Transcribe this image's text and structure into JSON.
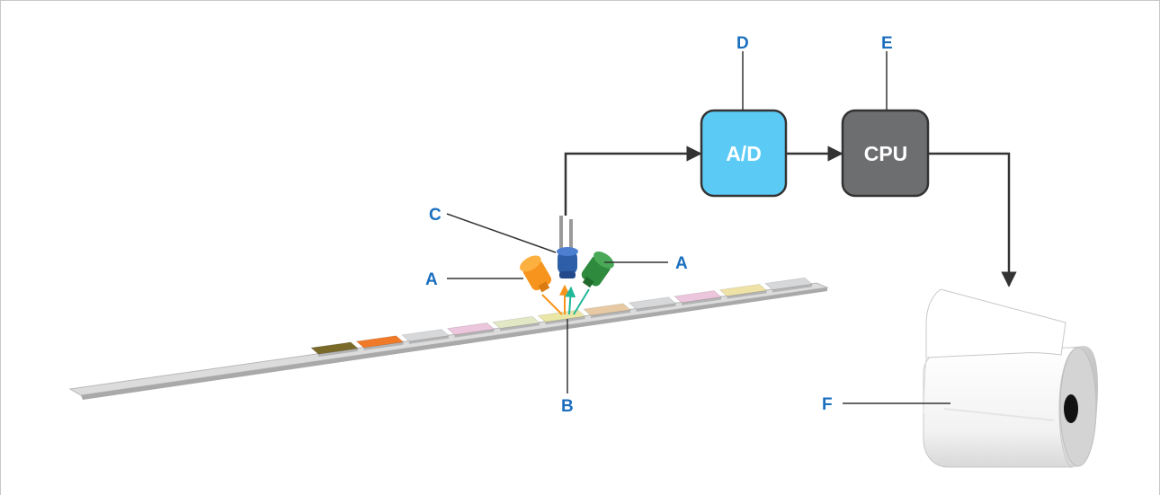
{
  "labels": {
    "A_left": "A",
    "A_right": "A",
    "B": "B",
    "C": "C",
    "D": "D",
    "E": "E",
    "F": "F"
  },
  "boxes": {
    "ad": {
      "text": "A/D",
      "color": "#5bcbf5"
    },
    "cpu": {
      "text": "CPU",
      "color": "#6d6e70"
    }
  },
  "colors": {
    "label": "#1a6fbf",
    "line": "#333333",
    "led_orange": "#f7941d",
    "led_blue": "#2e5ea8",
    "led_green": "#2e8b3e",
    "arrow_teal": "#1fb89a"
  },
  "strip_pads": [
    "#7a6a2a",
    "#f07a28",
    "#d6d8da",
    "#ecc6dc",
    "#e2e7c6",
    "#e9e6a6",
    "#e7caa4",
    "#d6d8da",
    "#ecc6dc",
    "#efe2a6",
    "#d6d8da"
  ],
  "icons": [
    "led-orange-icon",
    "photodiode-icon",
    "led-green-icon",
    "printer-paper-roll-icon",
    "test-strip-icon"
  ]
}
